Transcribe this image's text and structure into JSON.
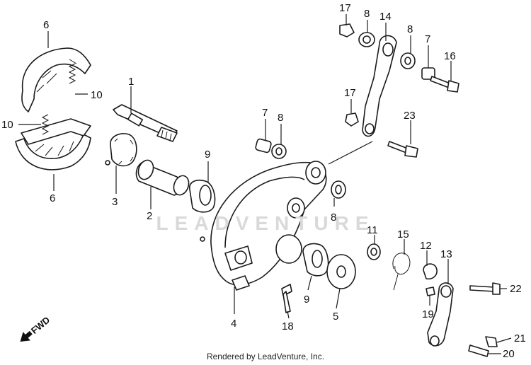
{
  "watermark": "LEADVENTURE",
  "credit": "Rendered by LeadVenture, Inc.",
  "fwd_label": "FWD",
  "callouts": [
    {
      "id": "c6a",
      "label": "6"
    },
    {
      "id": "c10a",
      "label": "10"
    },
    {
      "id": "c10b",
      "label": "10"
    },
    {
      "id": "c6b",
      "label": "6"
    },
    {
      "id": "c1",
      "label": "1"
    },
    {
      "id": "c3",
      "label": "3"
    },
    {
      "id": "c2",
      "label": "2"
    },
    {
      "id": "c9a",
      "label": "9"
    },
    {
      "id": "c7a",
      "label": "7"
    },
    {
      "id": "c8a",
      "label": "8"
    },
    {
      "id": "c17a",
      "label": "17"
    },
    {
      "id": "c8b",
      "label": "8"
    },
    {
      "id": "c14",
      "label": "14"
    },
    {
      "id": "c8c",
      "label": "8"
    },
    {
      "id": "c7b",
      "label": "7"
    },
    {
      "id": "c16",
      "label": "16"
    },
    {
      "id": "c17b",
      "label": "17"
    },
    {
      "id": "c23",
      "label": "23"
    },
    {
      "id": "c8d",
      "label": "8"
    },
    {
      "id": "c11",
      "label": "11"
    },
    {
      "id": "c15",
      "label": "15"
    },
    {
      "id": "c12",
      "label": "12"
    },
    {
      "id": "c13",
      "label": "13"
    },
    {
      "id": "c22",
      "label": "22"
    },
    {
      "id": "c19",
      "label": "19"
    },
    {
      "id": "c4",
      "label": "4"
    },
    {
      "id": "c9b",
      "label": "9"
    },
    {
      "id": "c5",
      "label": "5"
    },
    {
      "id": "c18",
      "label": "18"
    },
    {
      "id": "c21",
      "label": "21"
    },
    {
      "id": "c20",
      "label": "20"
    }
  ]
}
